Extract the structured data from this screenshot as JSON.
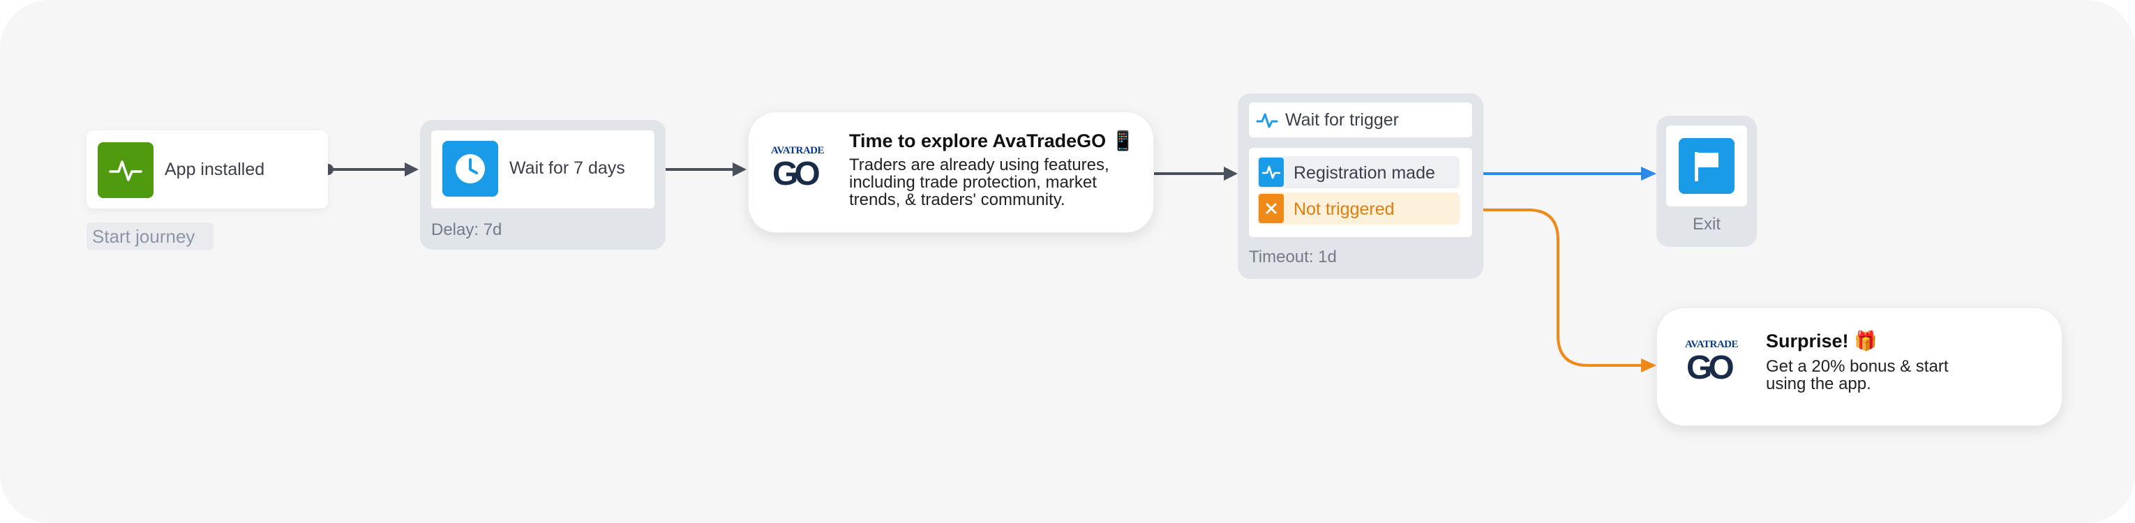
{
  "colors": {
    "activity_green": "#4f9a0e",
    "accent_blue": "#1a9be8",
    "branch_blue": "#2b8ae6",
    "branch_orange": "#ef8a18",
    "connector": "#4a505c"
  },
  "start": {
    "label": "App installed",
    "icon": "activity-icon",
    "tag": "Start journey"
  },
  "delay": {
    "label": "Wait for 7 days",
    "icon": "clock-icon",
    "footer": "Delay: 7d"
  },
  "message1": {
    "logo_text": "AVATRADE",
    "logo_mark": "GO",
    "title": "Time to explore AvaTradeGO 📱",
    "body_lines": [
      "Traders are already using features,",
      "including trade protection, market",
      "trends, & traders' community."
    ]
  },
  "trigger": {
    "header": "Wait for trigger",
    "header_icon": "activity-icon",
    "branches": [
      {
        "label": "Registration made",
        "icon": "activity-icon"
      },
      {
        "label": "Not triggered",
        "icon": "close-icon"
      }
    ],
    "footer": "Timeout: 1d"
  },
  "exit": {
    "label": "Exit",
    "icon": "flag-icon"
  },
  "message2": {
    "logo_text": "AVATRADE",
    "logo_mark": "GO",
    "title": "Surprise! 🎁",
    "body_lines": [
      "Get a 20% bonus & start",
      "using the app."
    ]
  }
}
